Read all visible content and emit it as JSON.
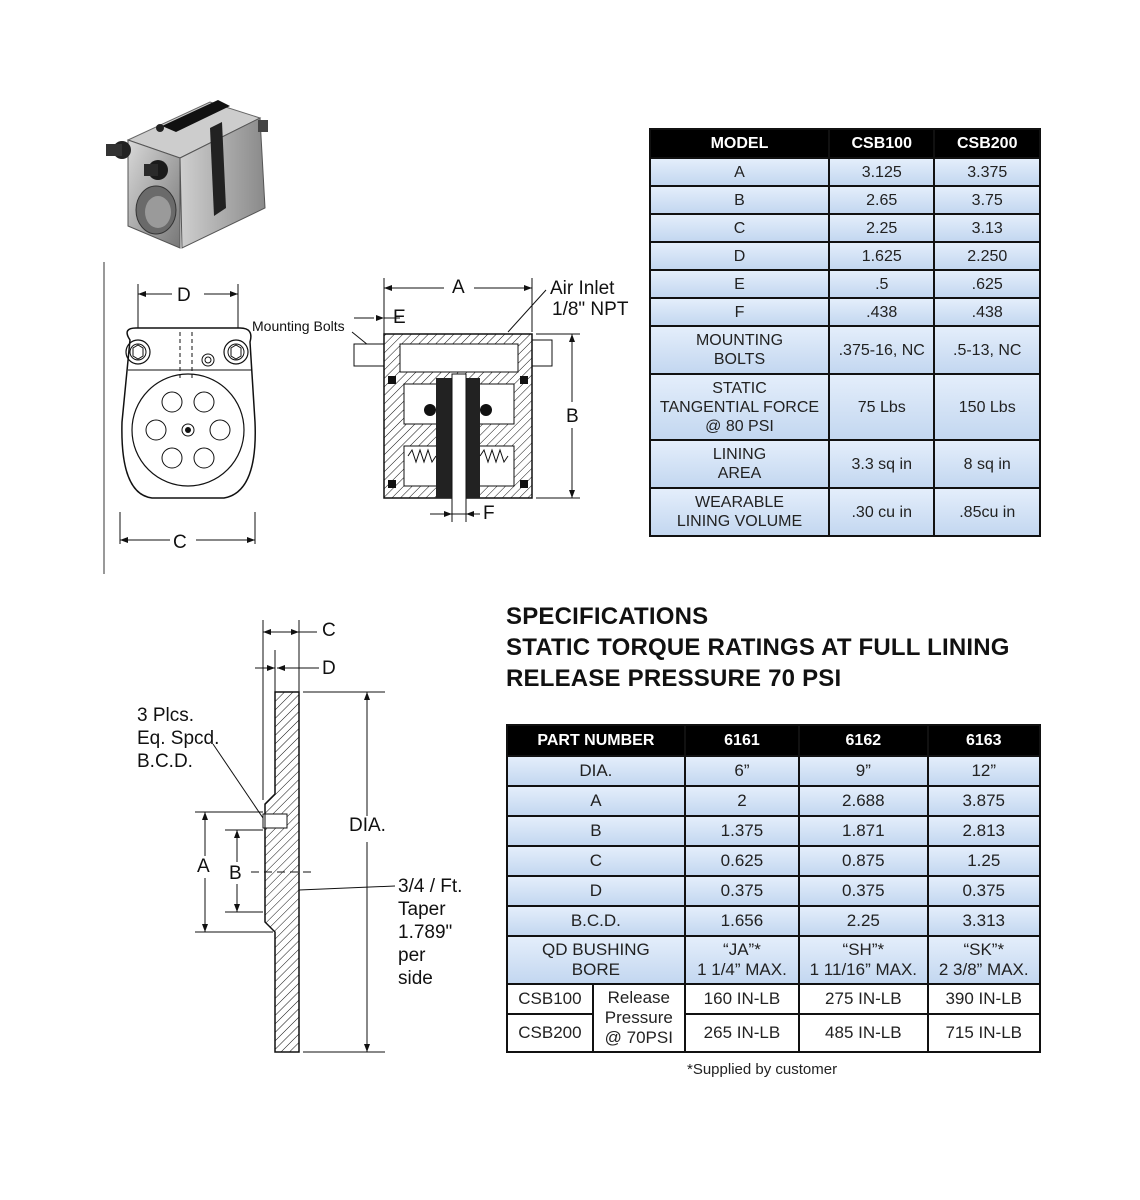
{
  "photo": {
    "icon": "brake-unit-photo"
  },
  "front_view": {
    "labels": {
      "d": "D",
      "c": "C"
    }
  },
  "section_view": {
    "labels": {
      "a": "A",
      "air_inlet_line1": "Air Inlet",
      "air_inlet_line2": "1/8\" NPT",
      "mounting_bolts": "Mounting Bolts",
      "e": "E",
      "b": "B",
      "f": "F"
    }
  },
  "disc_view": {
    "labels": {
      "c": "C",
      "d": "D",
      "plcs_line1": "3 Plcs.",
      "plcs_line2": "Eq.  Spcd.",
      "plcs_line3": "B.C.D.",
      "dia": "DIA.",
      "a": "A",
      "b": "B",
      "taper_line1": "3/4 / Ft.",
      "taper_line2": "Taper",
      "taper_line3": "1.789\"",
      "taper_line4": "per",
      "taper_line5": "side"
    }
  },
  "model_table": {
    "headers": [
      "MODEL",
      "CSB100",
      "CSB200"
    ],
    "rows": [
      {
        "label": "A",
        "csb100": "3.125",
        "csb200": "3.375"
      },
      {
        "label": "B",
        "csb100": "2.65",
        "csb200": "3.75"
      },
      {
        "label": "C",
        "csb100": "2.25",
        "csb200": "3.13"
      },
      {
        "label": "D",
        "csb100": "1.625",
        "csb200": "2.250"
      },
      {
        "label": "E",
        "csb100": ".5",
        "csb200": ".625"
      },
      {
        "label": "F",
        "csb100": ".438",
        "csb200": ".438"
      },
      {
        "label_1": "MOUNTING",
        "label_2": "BOLTS",
        "csb100": ".375-16, NC",
        "csb200": ".5-13, NC"
      },
      {
        "label_1": "STATIC",
        "label_2": "TANGENTIAL FORCE",
        "label_3": "@  80 PSI",
        "csb100": "75 Lbs",
        "csb200": "150 Lbs"
      },
      {
        "label_1": "LINING",
        "label_2": "AREA",
        "csb100": "3.3 sq in",
        "csb200": "8 sq in"
      },
      {
        "label_1": "WEARABLE",
        "label_2": "LINING VOLUME",
        "csb100": ".30 cu in",
        "csb200": ".85cu in"
      }
    ]
  },
  "specs": {
    "title_line1": "SPECIFICATIONS",
    "title_line2": "STATIC TORQUE RATINGS AT FULL LINING",
    "title_line3": "RELEASE PRESSURE 70 PSI"
  },
  "torque_table": {
    "headers": [
      "PART NUMBER",
      "6161",
      "6162",
      "6163"
    ],
    "rows": [
      {
        "label": "DIA.",
        "v6161": "6”",
        "v6162": "9”",
        "v6163": "12”"
      },
      {
        "label": "A",
        "v6161": "2",
        "v6162": "2.688",
        "v6163": "3.875"
      },
      {
        "label": "B",
        "v6161": "1.375",
        "v6162": "1.871",
        "v6163": "2.813"
      },
      {
        "label": "C",
        "v6161": "0.625",
        "v6162": "0.875",
        "v6163": "1.25"
      },
      {
        "label": "D",
        "v6161": "0.375",
        "v6162": "0.375",
        "v6163": "0.375"
      },
      {
        "label": "B.C.D.",
        "v6161": "1.656",
        "v6162": "2.25",
        "v6163": "3.313"
      }
    ],
    "bushing": {
      "label_1": "QD BUSHING",
      "label_2": "BORE",
      "v6161_1": "“JA”*",
      "v6161_2": "1 1/4” MAX.",
      "v6162_1": "“SH”*",
      "v6162_2": "1 11/16” MAX.",
      "v6163_1": "“SK”*",
      "v6163_2": "2 3/8” MAX."
    },
    "torque": {
      "release_1": "Release",
      "release_2": "Pressure",
      "release_3": "@ 70PSI",
      "csb100": {
        "model": "CSB100",
        "v6161": "160 IN-LB",
        "v6162": "275 IN-LB",
        "v6163": "390 IN-LB"
      },
      "csb200": {
        "model": "CSB200",
        "v6161": "265 IN-LB",
        "v6162": "485 IN-LB",
        "v6163": "715 IN-LB"
      }
    }
  },
  "footnote": "*Supplied by customer"
}
